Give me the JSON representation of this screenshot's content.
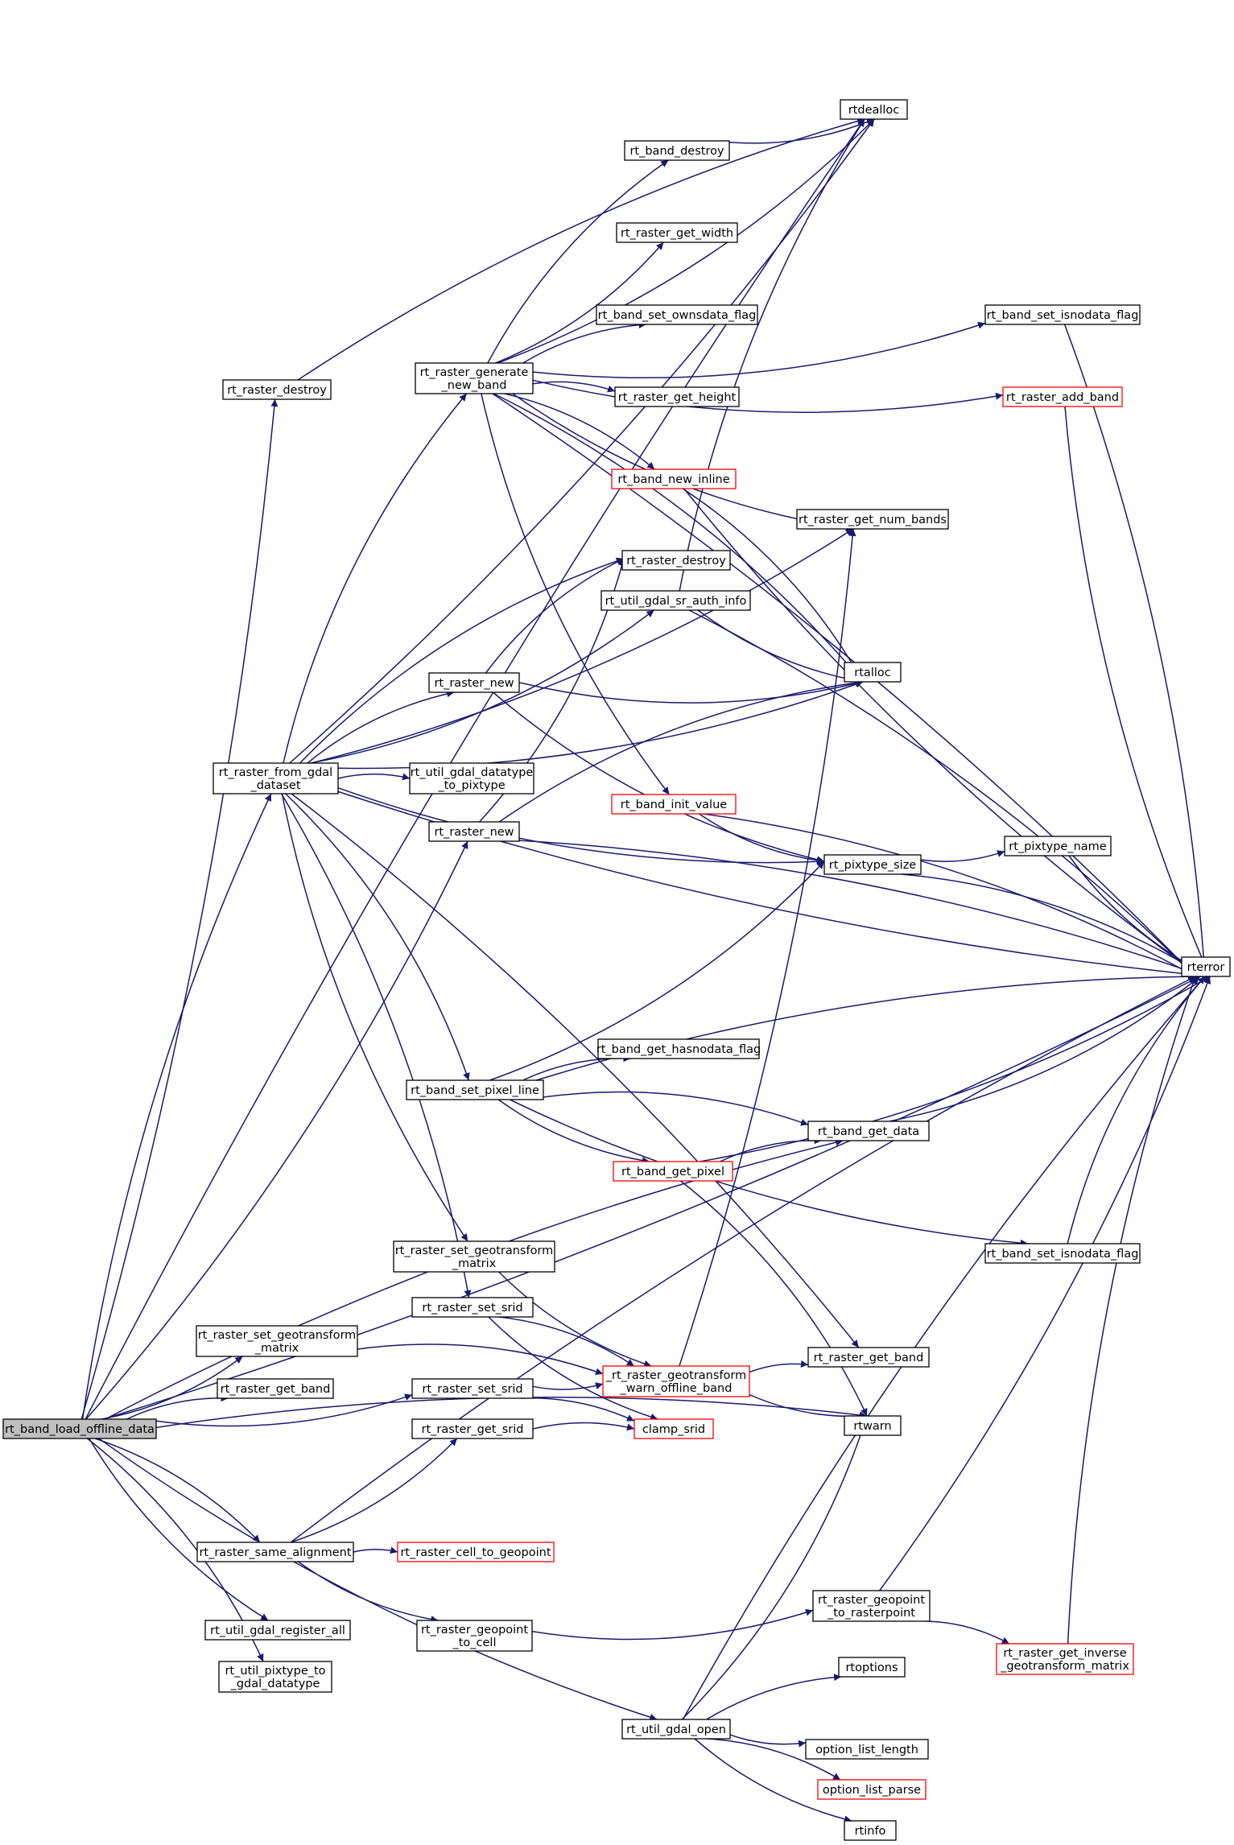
{
  "colors": {
    "edge": "#191970",
    "node_border": "#000000",
    "node_border_truncated": "#ff0000",
    "root_fill": "#bfbfbf",
    "node_fill": "#ffffff"
  },
  "nodes": [
    {
      "id": "root",
      "lines": [
        "rt_band_load_offline_data"
      ],
      "root": true
    },
    {
      "id": "rtdealloc",
      "lines": [
        "rtdealloc"
      ]
    },
    {
      "id": "rt_band_destroy",
      "lines": [
        "rt_band_destroy"
      ]
    },
    {
      "id": "rt_raster_get_width",
      "lines": [
        "rt_raster_get_width"
      ]
    },
    {
      "id": "rt_band_set_ownsdata_flag",
      "lines": [
        "rt_band_set_ownsdata_flag"
      ]
    },
    {
      "id": "rt_band_set_isnodata_flag_a",
      "lines": [
        "rt_band_set_isnodata_flag"
      ]
    },
    {
      "id": "rt_raster_destroy_a",
      "lines": [
        "rt_raster_destroy"
      ]
    },
    {
      "id": "rt_raster_generate_new_band",
      "lines": [
        "rt_raster_generate",
        "_new_band"
      ]
    },
    {
      "id": "rt_raster_get_height",
      "lines": [
        "rt_raster_get_height"
      ]
    },
    {
      "id": "rt_raster_add_band",
      "lines": [
        "rt_raster_add_band"
      ],
      "truncated": true
    },
    {
      "id": "rt_band_new_inline",
      "lines": [
        "rt_band_new_inline"
      ],
      "truncated": true
    },
    {
      "id": "rt_raster_get_num_bands",
      "lines": [
        "rt_raster_get_num_bands"
      ]
    },
    {
      "id": "rt_raster_destroy_b",
      "lines": [
        "rt_raster_destroy"
      ]
    },
    {
      "id": "rt_util_gdal_sr_auth_info",
      "lines": [
        "rt_util_gdal_sr_auth_info"
      ]
    },
    {
      "id": "rt_raster_new_a",
      "lines": [
        "rt_raster_new"
      ]
    },
    {
      "id": "rtalloc",
      "lines": [
        "rtalloc"
      ]
    },
    {
      "id": "rt_raster_from_gdal_dataset",
      "lines": [
        "rt_raster_from_gdal",
        "_dataset"
      ]
    },
    {
      "id": "rt_util_gdal_datatype_to_pixtype",
      "lines": [
        "rt_util_gdal_datatype",
        "_to_pixtype"
      ]
    },
    {
      "id": "rt_band_init_value",
      "lines": [
        "rt_band_init_value"
      ],
      "truncated": true
    },
    {
      "id": "rt_raster_new_b",
      "lines": [
        "rt_raster_new"
      ]
    },
    {
      "id": "rt_pixtype_size",
      "lines": [
        "rt_pixtype_size"
      ]
    },
    {
      "id": "rt_pixtype_name",
      "lines": [
        "rt_pixtype_name"
      ]
    },
    {
      "id": "rterror",
      "lines": [
        "rterror"
      ]
    },
    {
      "id": "rt_band_get_hasnodata_flag",
      "lines": [
        "rt_band_get_hasnodata_flag"
      ]
    },
    {
      "id": "rt_band_set_pixel_line",
      "lines": [
        "rt_band_set_pixel_line"
      ]
    },
    {
      "id": "rt_band_get_data",
      "lines": [
        "rt_band_get_data"
      ]
    },
    {
      "id": "rt_band_get_pixel",
      "lines": [
        "rt_band_get_pixel"
      ],
      "truncated": true
    },
    {
      "id": "rt_band_set_isnodata_flag_b",
      "lines": [
        "rt_band_set_isnodata_flag"
      ]
    },
    {
      "id": "rt_raster_set_geotransform_matrix_a",
      "lines": [
        "rt_raster_set_geotransform",
        "_matrix"
      ]
    },
    {
      "id": "rt_raster_set_srid_a",
      "lines": [
        "rt_raster_set_srid"
      ]
    },
    {
      "id": "rt_raster_set_geotransform_matrix_b",
      "lines": [
        "rt_raster_set_geotransform",
        "_matrix"
      ]
    },
    {
      "id": "rt_raster_geotransform_warn_offline_band",
      "lines": [
        "_rt_raster_geotransform",
        "_warn_offline_band"
      ],
      "truncated": true
    },
    {
      "id": "rt_raster_get_band",
      "lines": [
        "rt_raster_get_band"
      ]
    },
    {
      "id": "rt_raster_get_band_b",
      "lines": [
        "rt_raster_get_band"
      ]
    },
    {
      "id": "rt_raster_set_srid_b",
      "lines": [
        "rt_raster_set_srid"
      ]
    },
    {
      "id": "rtwarn",
      "lines": [
        "rtwarn"
      ]
    },
    {
      "id": "rt_raster_get_srid",
      "lines": [
        "rt_raster_get_srid"
      ]
    },
    {
      "id": "clamp_srid",
      "lines": [
        "clamp_srid"
      ],
      "truncated": true
    },
    {
      "id": "rt_raster_same_alignment",
      "lines": [
        "rt_raster_same_alignment"
      ]
    },
    {
      "id": "rt_raster_cell_to_geopoint",
      "lines": [
        "rt_raster_cell_to_geopoint"
      ],
      "truncated": true
    },
    {
      "id": "rt_raster_geopoint_to_rasterpoint",
      "lines": [
        "rt_raster_geopoint",
        "_to_rasterpoint"
      ]
    },
    {
      "id": "rt_util_gdal_register_all",
      "lines": [
        "rt_util_gdal_register_all"
      ]
    },
    {
      "id": "rt_raster_geopoint_to_cell",
      "lines": [
        "rt_raster_geopoint",
        "_to_cell"
      ]
    },
    {
      "id": "rt_raster_get_inverse_geotransform_matrix",
      "lines": [
        "rt_raster_get_inverse",
        "_geotransform_matrix"
      ],
      "truncated": true
    },
    {
      "id": "rt_util_pixtype_to_gdal_datatype",
      "lines": [
        "rt_util_pixtype_to",
        "_gdal_datatype"
      ]
    },
    {
      "id": "rtoptions",
      "lines": [
        "rtoptions"
      ]
    },
    {
      "id": "rt_util_gdal_open",
      "lines": [
        "rt_util_gdal_open"
      ]
    },
    {
      "id": "option_list_length",
      "lines": [
        "option_list_length"
      ]
    },
    {
      "id": "option_list_parse",
      "lines": [
        "option_list_parse"
      ],
      "truncated": true
    },
    {
      "id": "rtinfo",
      "lines": [
        "rtinfo"
      ]
    }
  ],
  "edges": [
    [
      "root",
      "rtdealloc"
    ],
    [
      "root",
      "rt_raster_destroy_a"
    ],
    [
      "root",
      "rt_raster_from_gdal_dataset"
    ],
    [
      "root",
      "rt_raster_new_b"
    ],
    [
      "root",
      "rt_band_get_data"
    ],
    [
      "root",
      "rt_raster_set_geotransform_matrix_b"
    ],
    [
      "root",
      "rt_raster_get_band_b"
    ],
    [
      "root",
      "rt_raster_set_srid_b"
    ],
    [
      "root",
      "rtwarn"
    ],
    [
      "root",
      "rterror"
    ],
    [
      "root",
      "rt_raster_same_alignment"
    ],
    [
      "root",
      "rt_util_gdal_register_all"
    ],
    [
      "root",
      "rt_util_pixtype_to_gdal_datatype"
    ],
    [
      "root",
      "rt_util_gdal_open"
    ],
    [
      "rt_raster_destroy_a",
      "rtdealloc"
    ],
    [
      "rt_raster_from_gdal_dataset",
      "rtdealloc"
    ],
    [
      "rt_raster_from_gdal_dataset",
      "rt_raster_generate_new_band"
    ],
    [
      "rt_raster_from_gdal_dataset",
      "rt_raster_get_num_bands"
    ],
    [
      "rt_raster_from_gdal_dataset",
      "rt_raster_destroy_b"
    ],
    [
      "rt_raster_from_gdal_dataset",
      "rt_util_gdal_sr_auth_info"
    ],
    [
      "rt_raster_from_gdal_dataset",
      "rt_raster_new_a"
    ],
    [
      "rt_raster_from_gdal_dataset",
      "rtalloc"
    ],
    [
      "rt_raster_from_gdal_dataset",
      "rt_util_gdal_datatype_to_pixtype"
    ],
    [
      "rt_raster_from_gdal_dataset",
      "rt_pixtype_size"
    ],
    [
      "rt_raster_from_gdal_dataset",
      "rt_band_set_pixel_line"
    ],
    [
      "rt_raster_from_gdal_dataset",
      "rt_raster_set_geotransform_matrix_a"
    ],
    [
      "rt_raster_from_gdal_dataset",
      "rt_raster_set_srid_a"
    ],
    [
      "rt_raster_from_gdal_dataset",
      "rterror"
    ],
    [
      "rt_raster_from_gdal_dataset",
      "rt_raster_get_band"
    ],
    [
      "rt_raster_generate_new_band",
      "rtdealloc"
    ],
    [
      "rt_raster_generate_new_band",
      "rt_band_destroy"
    ],
    [
      "rt_raster_generate_new_band",
      "rt_raster_get_width"
    ],
    [
      "rt_raster_generate_new_band",
      "rt_band_set_ownsdata_flag"
    ],
    [
      "rt_raster_generate_new_band",
      "rt_band_set_isnodata_flag_a"
    ],
    [
      "rt_raster_generate_new_band",
      "rt_raster_get_height"
    ],
    [
      "rt_raster_generate_new_band",
      "rt_raster_add_band"
    ],
    [
      "rt_raster_generate_new_band",
      "rt_band_new_inline"
    ],
    [
      "rt_raster_generate_new_band",
      "rt_raster_get_num_bands"
    ],
    [
      "rt_raster_generate_new_band",
      "rtalloc"
    ],
    [
      "rt_raster_generate_new_band",
      "rt_band_init_value"
    ],
    [
      "rt_raster_generate_new_band",
      "rterror"
    ],
    [
      "rt_band_destroy",
      "rtdealloc"
    ],
    [
      "rt_band_set_isnodata_flag_a",
      "rterror"
    ],
    [
      "rt_raster_add_band",
      "rterror"
    ],
    [
      "rt_band_new_inline",
      "rtalloc"
    ],
    [
      "rt_band_new_inline",
      "rterror"
    ],
    [
      "rt_util_gdal_sr_auth_info",
      "rtdealloc"
    ],
    [
      "rt_util_gdal_sr_auth_info",
      "rtalloc"
    ],
    [
      "rt_util_gdal_sr_auth_info",
      "rterror"
    ],
    [
      "rt_raster_new_a",
      "rtalloc"
    ],
    [
      "rt_raster_new_a",
      "rt_raster_destroy_b"
    ],
    [
      "rt_raster_new_a",
      "rt_pixtype_size"
    ],
    [
      "rt_raster_new_b",
      "rtalloc"
    ],
    [
      "rt_raster_new_b",
      "rt_raster_destroy_b"
    ],
    [
      "rt_raster_new_b",
      "rterror"
    ],
    [
      "rt_band_init_value",
      "rt_pixtype_size"
    ],
    [
      "rt_band_init_value",
      "rterror"
    ],
    [
      "rt_pixtype_size",
      "rt_pixtype_name"
    ],
    [
      "rt_pixtype_size",
      "rterror"
    ],
    [
      "rt_pixtype_name",
      "rterror"
    ],
    [
      "rt_band_set_pixel_line",
      "rt_band_get_hasnodata_flag"
    ],
    [
      "rt_band_set_pixel_line",
      "rt_pixtype_size"
    ],
    [
      "rt_band_set_pixel_line",
      "rt_band_get_data"
    ],
    [
      "rt_band_set_pixel_line",
      "rt_band_get_pixel"
    ],
    [
      "rt_band_set_pixel_line",
      "rterror"
    ],
    [
      "rt_band_set_pixel_line",
      "rt_band_set_isnodata_flag_b"
    ],
    [
      "rt_band_get_pixel",
      "rt_band_get_data"
    ],
    [
      "rt_band_get_pixel",
      "rterror"
    ],
    [
      "rt_band_get_pixel",
      "rtwarn"
    ],
    [
      "rt_band_get_data",
      "rterror"
    ],
    [
      "rt_band_set_isnodata_flag_b",
      "rterror"
    ],
    [
      "rt_raster_set_geotransform_matrix_a",
      "rt_raster_geotransform_warn_offline_band"
    ],
    [
      "rt_raster_set_srid_a",
      "rt_raster_geotransform_warn_offline_band"
    ],
    [
      "rt_raster_set_srid_a",
      "clamp_srid"
    ],
    [
      "rt_raster_set_geotransform_matrix_b",
      "rt_raster_geotransform_warn_offline_band"
    ],
    [
      "rt_raster_set_srid_b",
      "rt_raster_geotransform_warn_offline_band"
    ],
    [
      "rt_raster_set_srid_b",
      "clamp_srid"
    ],
    [
      "rt_raster_geotransform_warn_offline_band",
      "rt_raster_get_num_bands"
    ],
    [
      "rt_raster_geotransform_warn_offline_band",
      "rt_raster_get_band"
    ],
    [
      "rt_raster_geotransform_warn_offline_band",
      "rtwarn"
    ],
    [
      "rt_raster_get_srid",
      "clamp_srid"
    ],
    [
      "rt_raster_same_alignment",
      "rt_raster_get_srid"
    ],
    [
      "rt_raster_same_alignment",
      "rt_raster_cell_to_geopoint"
    ],
    [
      "rt_raster_same_alignment",
      "rt_raster_geopoint_to_cell"
    ],
    [
      "rt_raster_same_alignment",
      "rterror"
    ],
    [
      "rt_raster_geopoint_to_cell",
      "rt_raster_geopoint_to_rasterpoint"
    ],
    [
      "rt_raster_geopoint_to_rasterpoint",
      "rt_raster_get_inverse_geotransform_matrix"
    ],
    [
      "rt_raster_geopoint_to_rasterpoint",
      "rterror"
    ],
    [
      "rt_raster_get_inverse_geotransform_matrix",
      "rterror"
    ],
    [
      "rt_util_gdal_open",
      "rtwarn"
    ],
    [
      "rt_util_gdal_open",
      "rtoptions"
    ],
    [
      "rt_util_gdal_open",
      "option_list_length"
    ],
    [
      "rt_util_gdal_open",
      "option_list_parse"
    ],
    [
      "rt_util_gdal_open",
      "rtinfo"
    ],
    [
      "rt_util_gdal_open",
      "rterror"
    ]
  ]
}
